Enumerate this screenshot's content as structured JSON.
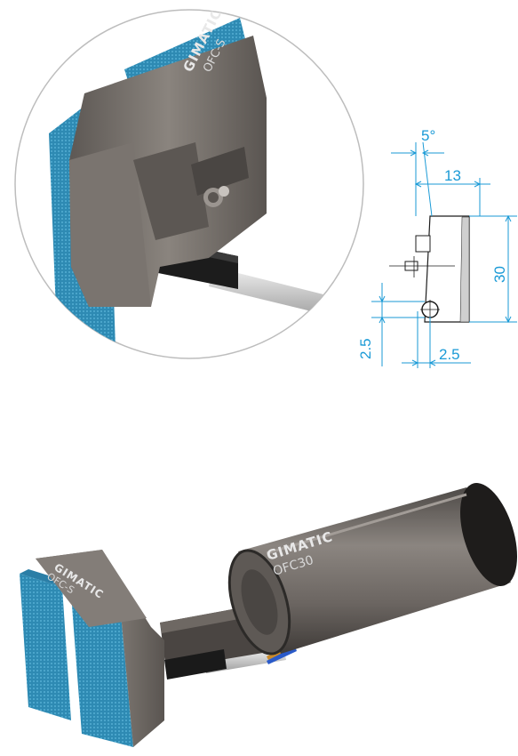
{
  "detail_view": {
    "brand": "GIMATIC",
    "model": "OFC-S"
  },
  "drawing": {
    "angle": "5°",
    "width": "13",
    "height": "30",
    "offset_vertical": "2.5",
    "offset_horizontal": "2.5"
  },
  "assembly_view": {
    "motor_brand": "GIMATIC",
    "motor_model": "OFC30",
    "finger_brand": "GIMATIC",
    "finger_model": "OFC-S"
  },
  "colors": {
    "dimension": "#1a9ad6",
    "body_gray": "#6e6863",
    "pad_blue": "#2f8fb8"
  }
}
